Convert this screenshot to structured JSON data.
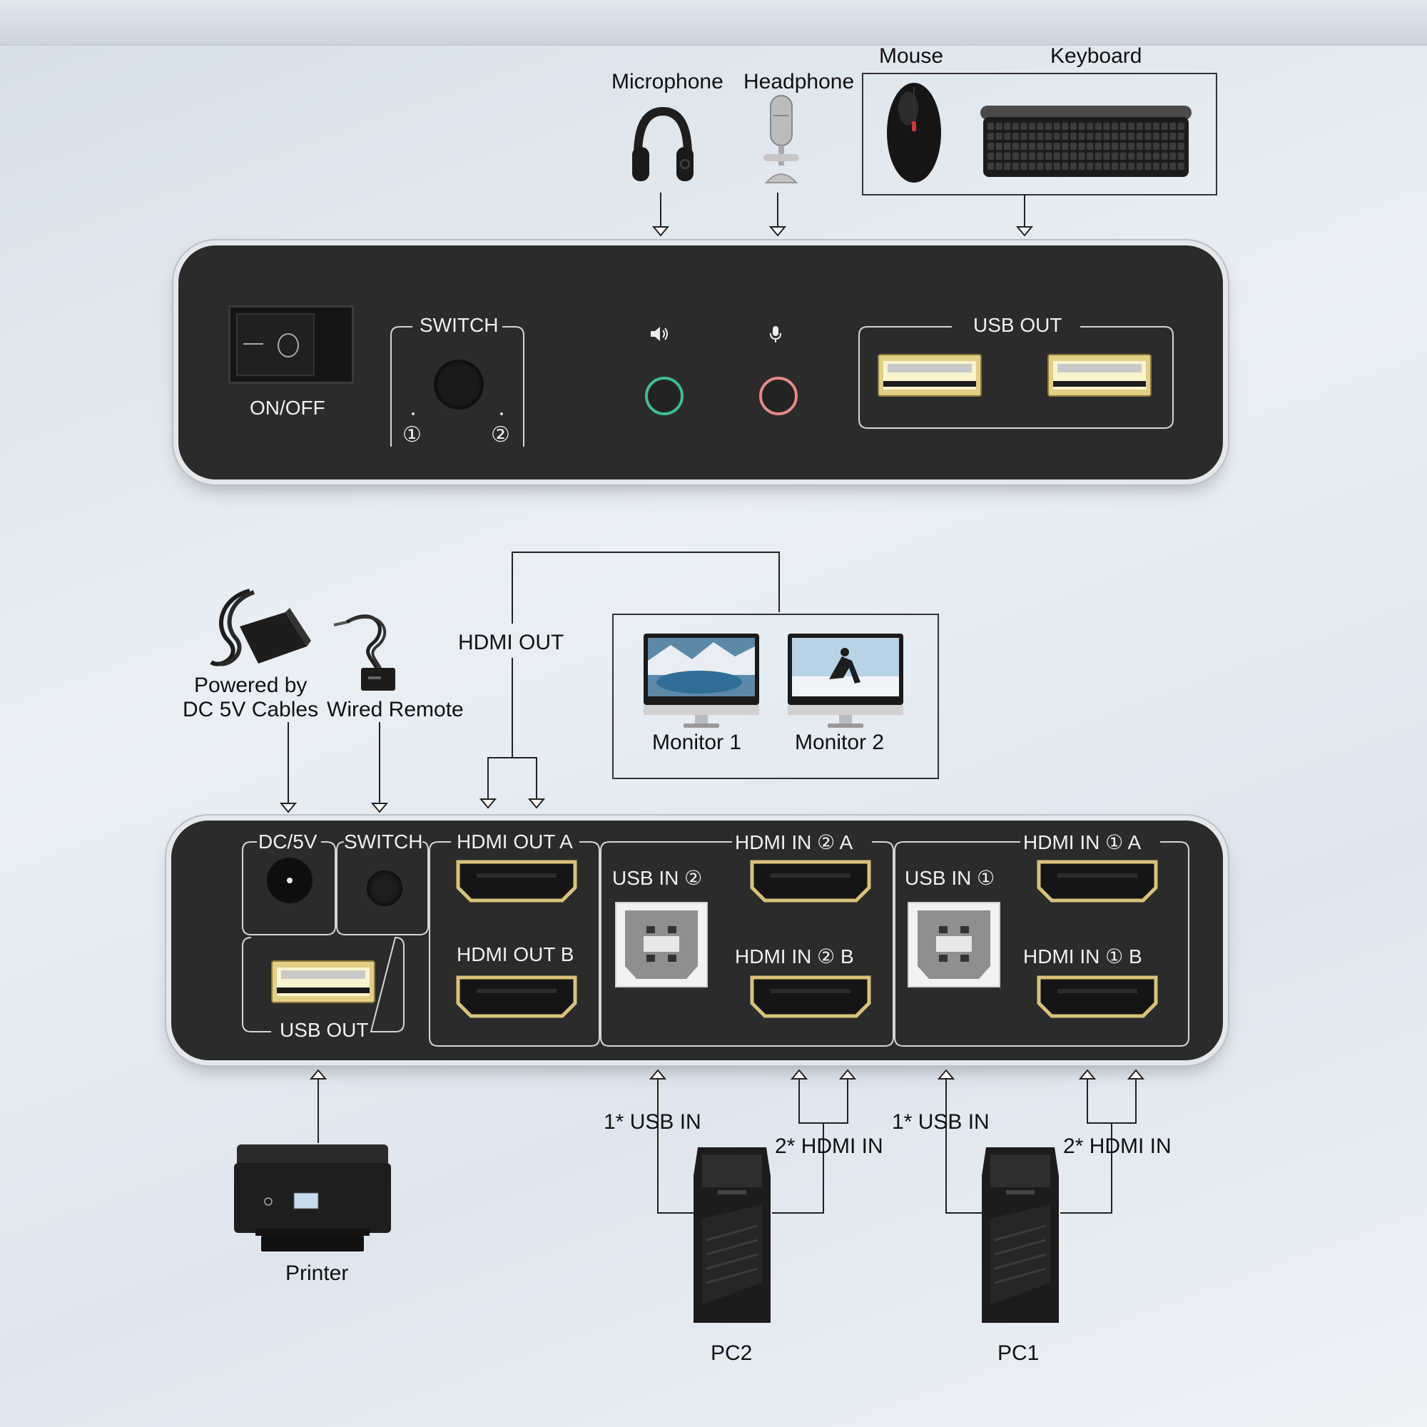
{
  "top_devices": {
    "microphone": "Microphone",
    "headphone": "Headphone",
    "mouse": "Mouse",
    "keyboard": "Keyboard"
  },
  "front_panel": {
    "power_label": "ON/OFF",
    "switch_label": "SWITCH",
    "switch_pos_1": "①",
    "switch_pos_2": "②",
    "usb_out_label": "USB OUT"
  },
  "accessories": {
    "power_line1": "Powered by",
    "power_line2": "DC 5V Cables",
    "remote": "Wired Remote",
    "hdmi_out": "HDMI OUT",
    "monitor1": "Monitor 1",
    "monitor2": "Monitor 2"
  },
  "rear_panel": {
    "dc": "DC/5V",
    "switch": "SWITCH",
    "usb_out": "USB OUT",
    "hdmi_out_a": "HDMI OUT A",
    "hdmi_out_b": "HDMI OUT B",
    "usb_in_2": "USB IN ②",
    "hdmi_in_2a": "HDMI IN ② A",
    "hdmi_in_2b": "HDMI IN ② B",
    "usb_in_1": "USB IN ①",
    "hdmi_in_1a": "HDMI IN ① A",
    "hdmi_in_1b": "HDMI IN ① B"
  },
  "bottom_devices": {
    "printer": "Printer",
    "pc2_usb": "1* USB IN",
    "pc2_hdmi": "2* HDMI IN",
    "pc2": "PC2",
    "pc1_usb": "1* USB IN",
    "pc1_hdmi": "2* HDMI IN",
    "pc1": "PC1"
  },
  "colors": {
    "panel": "#2b2b2b",
    "gold": "#d8c27a",
    "audio_green": "#3fbf8f",
    "mic_pink": "#e58a8a"
  }
}
